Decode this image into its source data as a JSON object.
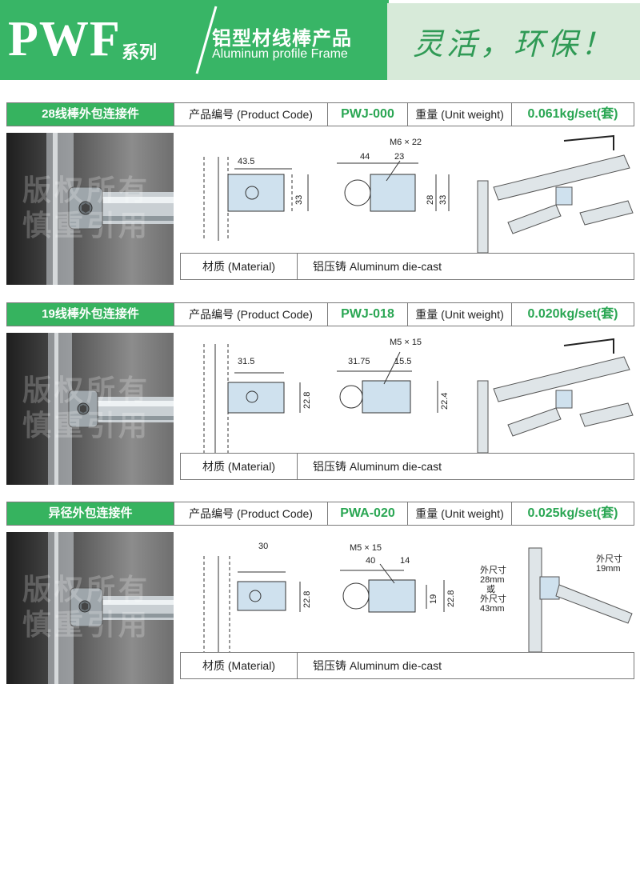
{
  "header": {
    "brand": "PWF",
    "series": "系列",
    "subtitle_cn": "铝型材线棒产品",
    "subtitle_en": "Aluminum profile Frame",
    "slogan": "灵活，环保！",
    "colors": {
      "green": "#38b566",
      "light_green": "#d7ead9"
    }
  },
  "watermark": [
    "版权所有",
    "慎重引用"
  ],
  "labels": {
    "code_label": "产品编号 (Product Code)",
    "weight_label": "重量 (Unit weight)",
    "material_label": "材质 (Material)"
  },
  "products": [
    {
      "name": "28线棒外包连接件",
      "code": "PWJ-000",
      "weight": "0.061kg/set(套)",
      "material": "铝压铸 Aluminum die-cast",
      "dims": {
        "a": "43.5",
        "a_h": "33",
        "b1": "44",
        "b2": "23",
        "screw": "M6 × 22",
        "b_h1": "28",
        "b_h2": "33"
      }
    },
    {
      "name": "19线棒外包连接件",
      "code": "PWJ-018",
      "weight": "0.020kg/set(套)",
      "material": "铝压铸 Aluminum die-cast",
      "dims": {
        "a": "31.5",
        "a_h": "22.8",
        "b1": "31.75",
        "b2": "15.5",
        "screw": "M5 × 15",
        "b_h": "22.4"
      }
    },
    {
      "name": "异径外包连接件",
      "code": "PWA-020",
      "weight": "0.025kg/set(套)",
      "material": "铝压铸 Aluminum die-cast",
      "dims": {
        "a": "30",
        "a_h": "22.8",
        "screw": "M5 × 15",
        "b1": "40",
        "b2": "14",
        "b_h1": "19",
        "b_h2": "22.8"
      },
      "notes": {
        "outer_left_1": "外尺寸",
        "outer_left_2": "28mm",
        "or": "或",
        "outer_left_3": "外尺寸",
        "outer_left_4": "43mm",
        "outer_right_1": "外尺寸",
        "outer_right_2": "19mm"
      }
    }
  ]
}
